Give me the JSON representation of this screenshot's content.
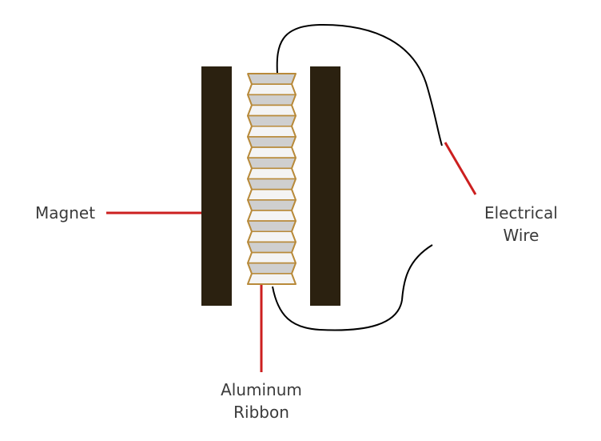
{
  "labels": {
    "magnet": "Magnet",
    "electrical_wire_line1": "Electrical",
    "electrical_wire_line2": "Wire",
    "aluminum_ribbon_line1": "Aluminum",
    "aluminum_ribbon_line2": "Ribbon"
  },
  "colors": {
    "magnet": "#2b2110",
    "ribbon_outline": "#b88a3a",
    "ribbon_fill_light": "#f4f4f4",
    "ribbon_fill_shade": "#cfcfcf",
    "wire": "#000000",
    "leader_line": "#cc1f1f",
    "label_text": "#3b3b3b"
  }
}
